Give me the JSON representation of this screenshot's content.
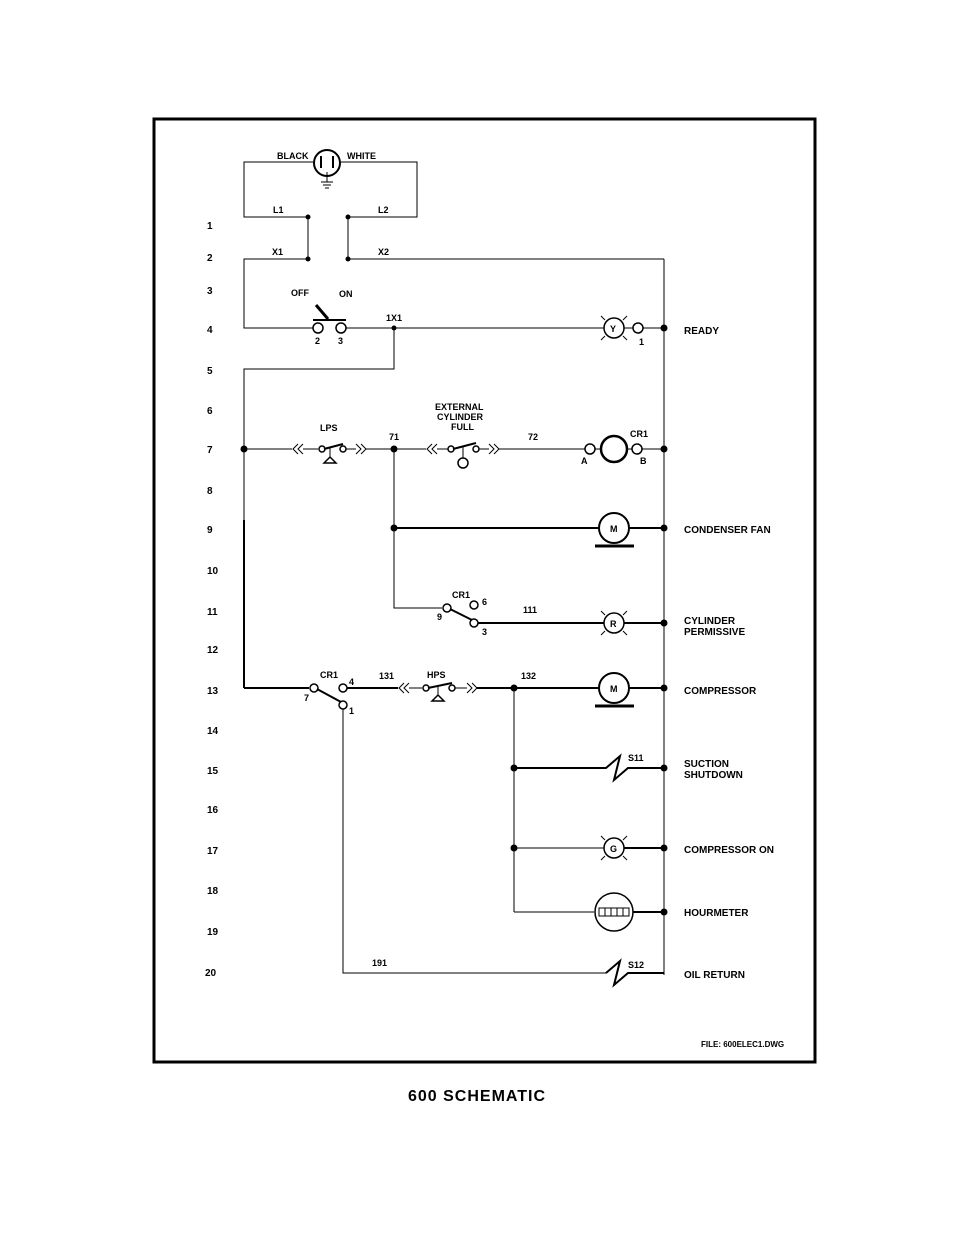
{
  "caption": "600 SCHEMATIC",
  "file_note": "FILE: 600ELEC1.DWG",
  "rung_numbers": [
    "1",
    "2",
    "3",
    "4",
    "5",
    "6",
    "7",
    "8",
    "9",
    "10",
    "11",
    "12",
    "13",
    "14",
    "15",
    "16",
    "17",
    "18",
    "19",
    "20"
  ],
  "plug": {
    "left_label": "BLACK",
    "right_label": "WHITE"
  },
  "wires": {
    "l1": "L1",
    "l2": "L2",
    "x1": "X1",
    "x2": "X2",
    "w1x1": "1X1",
    "w71": "71",
    "w72": "72",
    "w111": "111",
    "w131": "131",
    "w132": "132",
    "w191": "191"
  },
  "switch": {
    "off": "OFF",
    "on": "ON",
    "t2": "2",
    "t3": "3"
  },
  "ready_light": {
    "letter": "Y",
    "terminal": "1"
  },
  "lps": {
    "label": "LPS"
  },
  "ext_cyl": {
    "line1": "EXTERNAL",
    "line2": "CYLINDER",
    "line3": "FULL"
  },
  "cr1_coil": {
    "label": "CR1",
    "a": "A",
    "b": "B"
  },
  "cond_fan_motor": "M",
  "cr1_contact_11": {
    "label": "CR1",
    "t9": "9",
    "t6": "6",
    "t3": "3"
  },
  "cyl_light": "R",
  "cr1_contact_13": {
    "label": "CR1",
    "t7": "7",
    "t4": "4",
    "t1": "1"
  },
  "hps": {
    "label": "HPS"
  },
  "compressor_motor": "M",
  "s11": "S11",
  "comp_on_light": "G",
  "s12": "S12",
  "right_labels": {
    "ready": "READY",
    "condenser_fan": "CONDENSER FAN",
    "cyl_perm_1": "CYLINDER",
    "cyl_perm_2": "PERMISSIVE",
    "compressor": "COMPRESSOR",
    "suction_1": "SUCTION",
    "suction_2": "SHUTDOWN",
    "compressor_on": "COMPRESSOR ON",
    "hourmeter": "HOURMETER",
    "oil_return": "OIL RETURN"
  }
}
